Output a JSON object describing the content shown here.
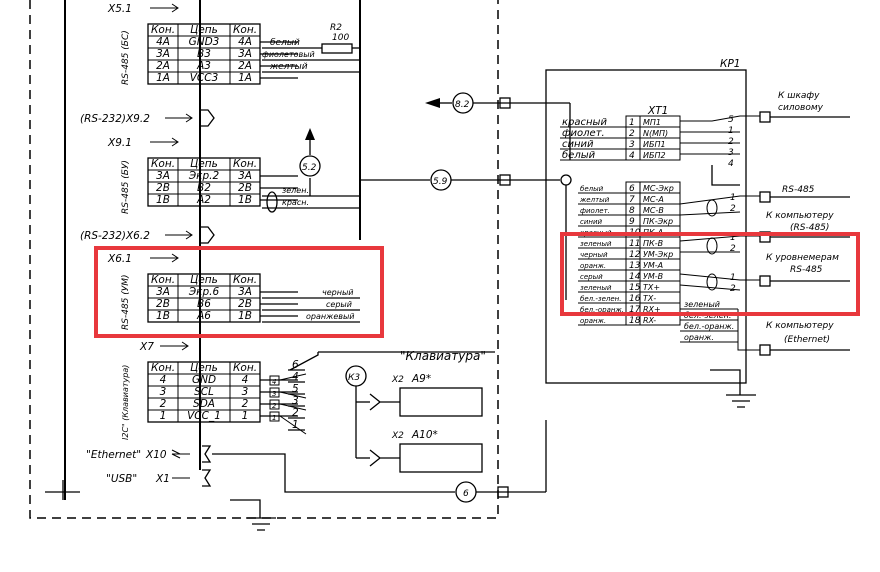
{
  "x5": {
    "connector": "X5.1",
    "group": "RS-485 (БС)",
    "headers": [
      "Кон.",
      "Цепь",
      "Кон."
    ],
    "rows": [
      [
        "4А",
        "GND3",
        "4А"
      ],
      [
        "3А",
        "В3",
        "3А"
      ],
      [
        "2А",
        "А3",
        "2А"
      ],
      [
        "1А",
        "VCC3",
        "1А"
      ]
    ],
    "resistor_ref": "R2",
    "resistor_val": "100",
    "wires": [
      "белый",
      "фиолетовый",
      "желтый"
    ]
  },
  "x92": {
    "connector": "(RS-232)X9.2"
  },
  "x91": {
    "connector": "X9.1",
    "group": "RS-485 (БУ)",
    "headers": [
      "Кон.",
      "Цепь",
      "Кон."
    ],
    "rows": [
      [
        "3А",
        "Экр.2",
        "3А"
      ],
      [
        "2В",
        "В2",
        "2В"
      ],
      [
        "1В",
        "А2",
        "1В"
      ]
    ],
    "wires": [
      "зелен.",
      "красн."
    ],
    "ref": "5.2"
  },
  "x62": {
    "connector": "(RS-232)X6.2"
  },
  "x61": {
    "connector": "X6.1",
    "group": "RS-485 (УМ)",
    "headers": [
      "Кон.",
      "Цепь",
      "Кон."
    ],
    "rows": [
      [
        "3А",
        "Экр.6",
        "3А"
      ],
      [
        "2В",
        "В6",
        "2В"
      ],
      [
        "1В",
        "А6",
        "1В"
      ]
    ],
    "wires": [
      "черный",
      "серый",
      "оранжевый"
    ]
  },
  "x7": {
    "connector": "X7",
    "group": "I2C\" (Клавиатура)",
    "headers": [
      "Кон.",
      "Цепь",
      "Кон."
    ],
    "rows": [
      [
        "4",
        "GND",
        "4"
      ],
      [
        "3",
        "SCL",
        "3"
      ],
      [
        "2",
        "SDA",
        "2"
      ],
      [
        "1",
        "VCC_1",
        "1"
      ]
    ],
    "pins_small": [
      "4",
      "3",
      "2",
      "1"
    ],
    "pins_right": [
      "6",
      "4",
      "5",
      "3",
      "2",
      "1"
    ]
  },
  "keyboard": {
    "title": "\"Клавиатура\"",
    "k3": "К3",
    "a9": "А9*",
    "a10": "А10*",
    "x2a": "Х2",
    "x2b": "Х2"
  },
  "ethernet": {
    "label": "\"Ethernet\"",
    "connector": "X10"
  },
  "usb": {
    "label": "\"USB\"",
    "connector": "X1"
  },
  "refs": {
    "r82": "8.2",
    "r59": "5.9",
    "r6": "6"
  },
  "kp1": {
    "title": "КР1",
    "xt": "ХТ1",
    "rows": [
      {
        "left": "красный",
        "num": "1",
        "name": "МП1"
      },
      {
        "left": "фиолет.",
        "num": "2",
        "name": "N(МП)"
      },
      {
        "left": "синий",
        "num": "3",
        "name": "ИБП1"
      },
      {
        "left": "белый",
        "num": "4",
        "name": "ИБП2"
      },
      {
        "left": "белый",
        "num": "6",
        "name": "МС-Экр"
      },
      {
        "left": "желтый",
        "num": "7",
        "name": "МС-А"
      },
      {
        "left": "фиолет.",
        "num": "8",
        "name": "МС-В"
      },
      {
        "left": "синий",
        "num": "9",
        "name": "ПК-Экр"
      },
      {
        "left": "красный",
        "num": "10",
        "name": "ПК-А"
      },
      {
        "left": "зеленый",
        "num": "11",
        "name": "ПК-В"
      },
      {
        "left": "черный",
        "num": "12",
        "name": "УМ-Экр"
      },
      {
        "left": "оранж.",
        "num": "13",
        "name": "УМ-А"
      },
      {
        "left": "серый",
        "num": "14",
        "name": "УМ-В"
      },
      {
        "left": "зеленый",
        "num": "15",
        "name": "ТХ+"
      },
      {
        "left": "бел.-зелен.",
        "num": "16",
        "name": "ТХ-"
      },
      {
        "left": "бел.-оранж.",
        "num": "17",
        "name": "RX+"
      },
      {
        "left": "оранж.",
        "num": "18",
        "name": "RX-"
      }
    ],
    "right_nums_top": [
      "5",
      "1",
      "2",
      "3",
      "4"
    ],
    "right_nums_mc": [
      "1",
      "2"
    ],
    "right_nums_pk": [
      "1",
      "2"
    ],
    "right_nums_um": [
      "1",
      "2"
    ],
    "right_wires": [
      "зеленый",
      "бел.-зелен.",
      "бел.-оранж.",
      "оранж."
    ]
  },
  "dest": {
    "power_1": "К шкафу",
    "power_2": "силовому",
    "rs485_a": "RS-485",
    "pc_1": "К компьютеру",
    "pc_2": "(RS-485)",
    "lvl_1": "К уровнемерам",
    "lvl_2": "RS-485",
    "eth_1": "К компьютеру",
    "eth_2": "(Ethernet)"
  }
}
